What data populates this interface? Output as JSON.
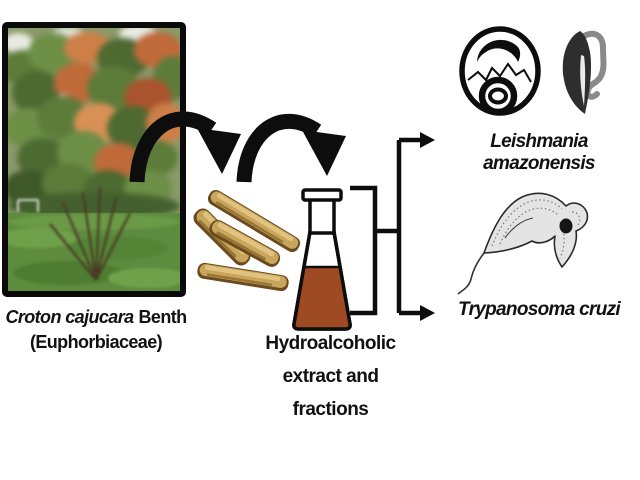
{
  "figure": {
    "plant": {
      "species": "Croton cajucara",
      "author": "Benth",
      "family": "(Euphorbiaceae)"
    },
    "extract": {
      "lines": [
        "Hydroalcoholic",
        "extract and",
        "fractions"
      ]
    },
    "parasites": {
      "leishmania": {
        "label": "Leishmania amazonensis"
      },
      "trypanosoma": {
        "label": "Trypanosoma cruzi"
      }
    },
    "colors": {
      "ink": "#0d0d0d",
      "flask_liquid": "#9e4a22",
      "bark": "#c9a55b",
      "bark_dark": "#6b4a1e",
      "flagellum": "#8a8a8a"
    },
    "icons": {
      "tree-photo": "photo of Croton cajucara tree",
      "curved-arrow-icon": "thick black arc arrow",
      "bark-pieces-icon": "pile of dried bark sticks",
      "flask-icon": "erlenmeyer flask with brown liquid",
      "bracket-branch-icon": "bracket splitting to two arrows",
      "amastigote-icon": "oval leishmania amastigote drawing",
      "promastigote-icon": "dark teardrop promastigote with gray flagellum",
      "trypomastigote-icon": "C-shaped stippled trypanosome drawing"
    }
  }
}
